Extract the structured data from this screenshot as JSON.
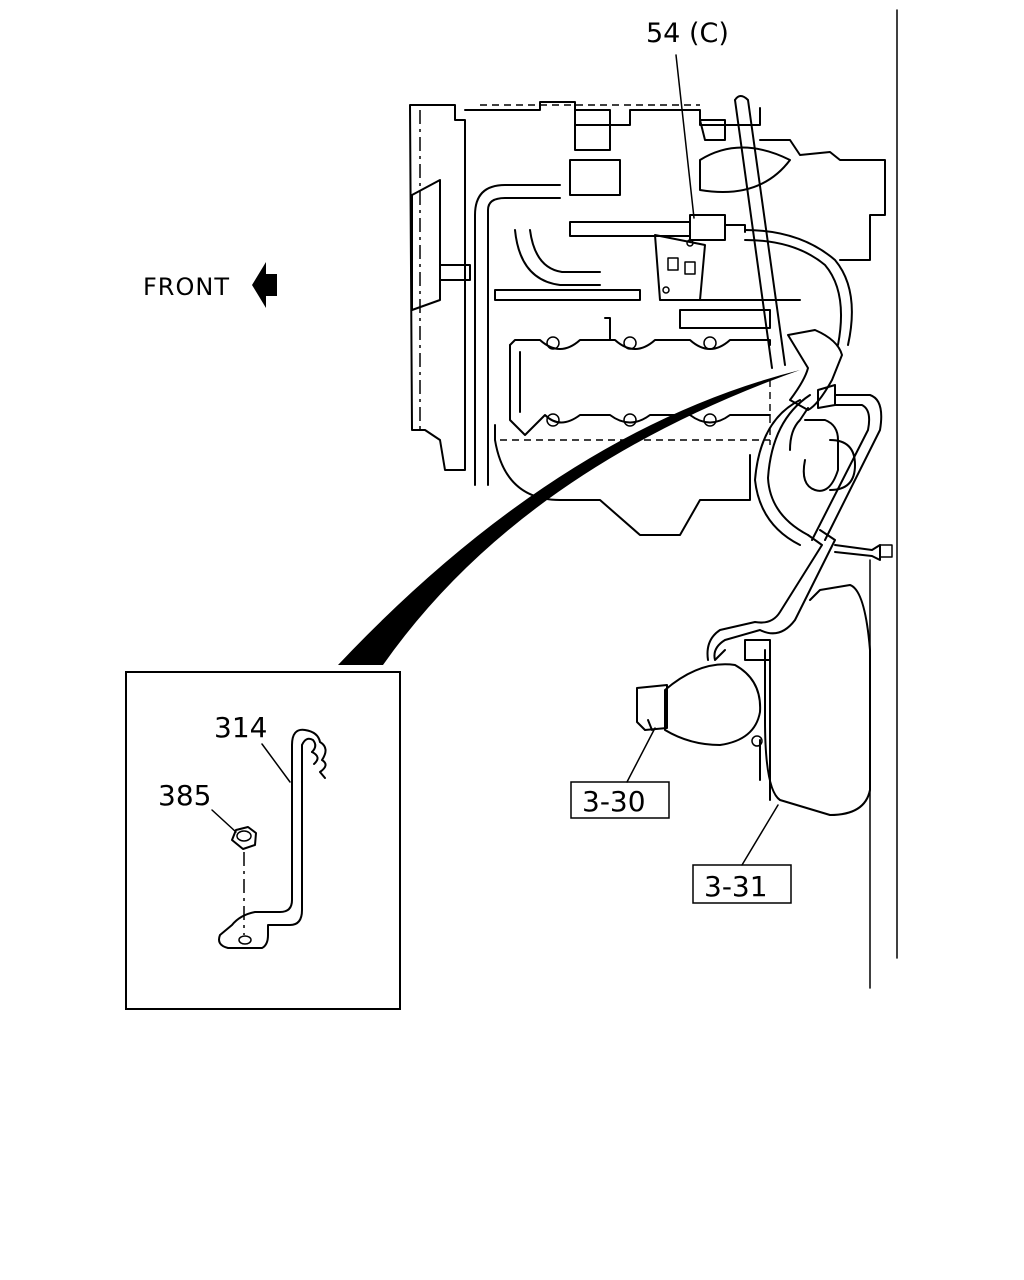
{
  "diagram": {
    "front_label": "FRONT",
    "callouts": {
      "c54": "54 (C)",
      "c314": "314",
      "c385": "385",
      "c3_30": "3-30",
      "c3_31": "3-31"
    }
  }
}
